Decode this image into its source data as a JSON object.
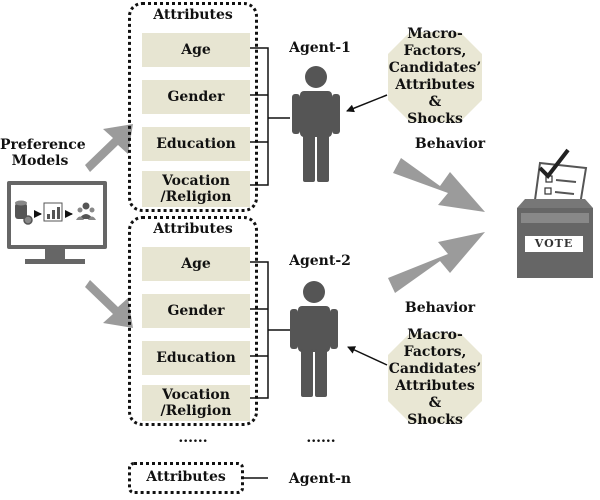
{
  "preference_models": {
    "line1": "Preference",
    "line2": "Models"
  },
  "group1": {
    "title": "Attributes",
    "items": [
      "Age",
      "Gender",
      "Education"
    ],
    "vocation": {
      "line1": "Vocation",
      "line2": "/Religion"
    },
    "agent": "Agent-1",
    "factors": {
      "line1": "Macro-Factors,",
      "line2": "Candidates’",
      "line3": "Attributes &",
      "line4": "Shocks"
    },
    "behavior": "Behavior"
  },
  "group2": {
    "title": "Attributes",
    "items": [
      "Age",
      "Gender",
      "Education"
    ],
    "vocation": {
      "line1": "Vocation",
      "line2": "/Religion"
    },
    "agent": "Agent-2",
    "factors": {
      "line1": "Macro-Factors,",
      "line2": "Candidates’",
      "line3": "Attributes &",
      "line4": "Shocks"
    },
    "behavior": "Behavior"
  },
  "ellipsis_left": "......",
  "ellipsis_right": "......",
  "group_n": {
    "title": "Attributes",
    "agent": "Agent-n"
  },
  "ballot_box": {
    "label": "VOTE"
  },
  "colors": {
    "attribute_fill": "#e7e5d2",
    "octagon_fill": "#e9e7d4",
    "arrow_gray": "#9b9b9b",
    "figure_gray": "#555555"
  },
  "icons": [
    "computer-monitor-icon",
    "database-gear-icon",
    "bar-chart-icon",
    "people-icon",
    "person-figure-icon",
    "ballot-box-icon"
  ]
}
